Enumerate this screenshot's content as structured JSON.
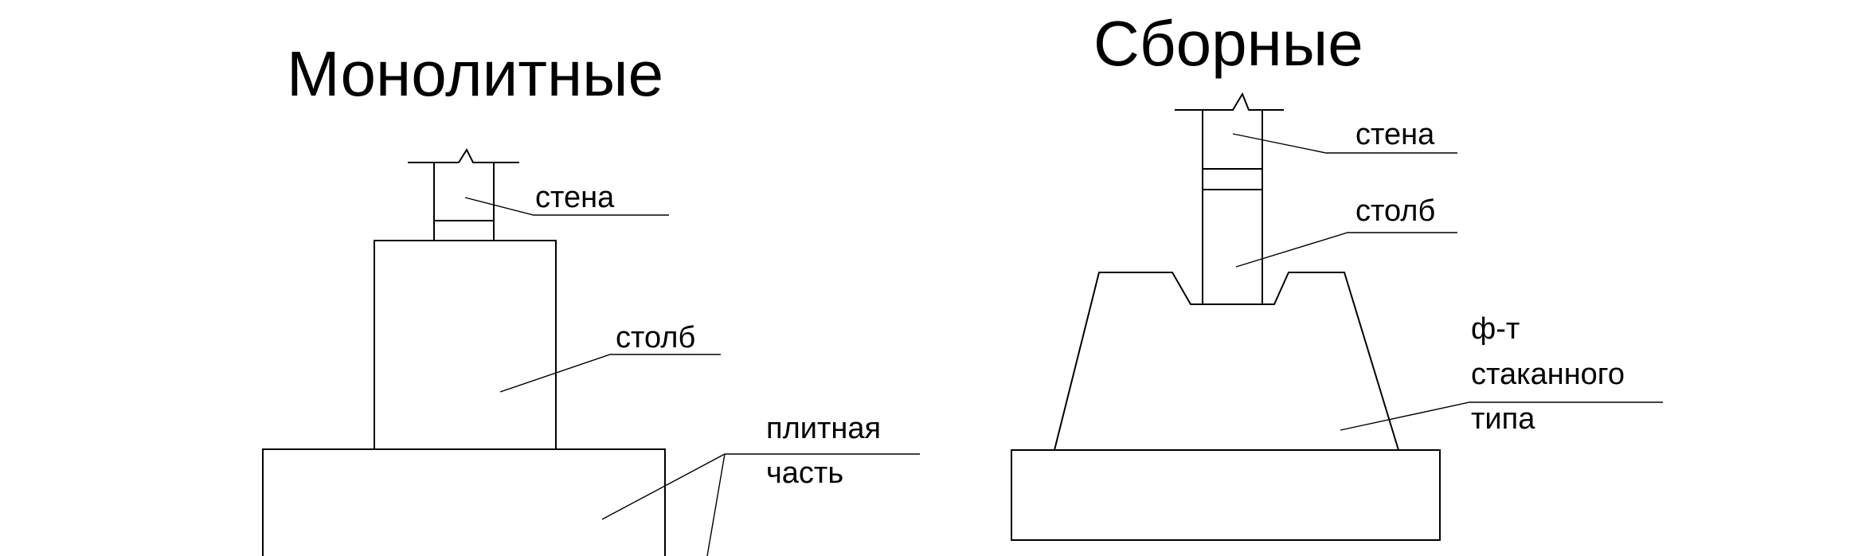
{
  "titles": {
    "monolithic": "Монолитные",
    "precast": "Сборные"
  },
  "monolithic_labels": {
    "wall": "стена",
    "column": "столб",
    "slab_line1": "плитная",
    "slab_line2": "часть"
  },
  "precast_labels": {
    "wall": "стена",
    "column": "столб",
    "foundation_line1": "ф-т",
    "foundation_line2": "стаканного",
    "foundation_line3": "типа"
  }
}
